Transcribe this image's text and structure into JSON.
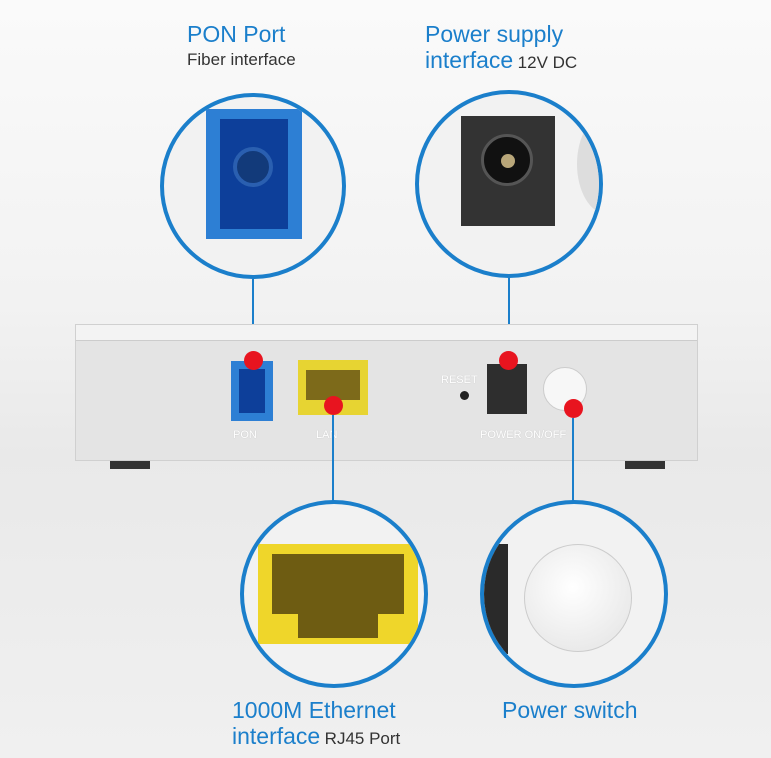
{
  "callouts": {
    "pon": {
      "title": "PON Port",
      "subtitle": "Fiber interface"
    },
    "power_supply": {
      "title_line1": "Power supply",
      "title_line2": "interface",
      "subtitle": "12V DC"
    },
    "ethernet": {
      "title_line1": "1000M Ethernet",
      "title_line2": "interface",
      "subtitle": "RJ45 Port"
    },
    "power_switch": {
      "title": "Power switch"
    }
  },
  "device_labels": {
    "pon": "PON",
    "lan": "LAN",
    "reset": "RESET",
    "power": "POWER ON/OFF"
  },
  "colors": {
    "accent": "#1b7fcb",
    "marker": "#e8141f"
  }
}
